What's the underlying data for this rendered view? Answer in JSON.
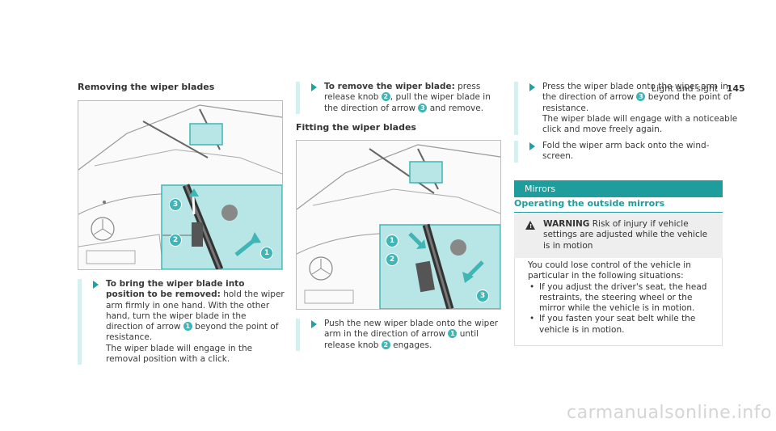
{
  "header": {
    "section": "Light and sight",
    "page": "145"
  },
  "col1": {
    "title": "Removing the wiper blades",
    "step1": {
      "bold": "To bring the wiper blade into position to be removed:",
      "t1": "hold the wiper arm firmly in one hand. With the other hand, turn the wiper blade in the direction of arrow",
      "n1": "1",
      "t2": "beyond the point of resistance.",
      "t3": "The wiper blade will engage in the removal position with a click."
    }
  },
  "col2": {
    "step1": {
      "bold": "To remove the wiper blade:",
      "t1": "press release knob",
      "n1": "2",
      "t2": ", pull the wiper blade in the direction of arrow",
      "n2": "3",
      "t3": "and remove."
    },
    "title": "Fitting the wiper blades",
    "step2": {
      "t1": "Push the new wiper blade onto the wiper arm in the direction of arrow",
      "n1": "1",
      "t2": "until release knob",
      "n2": "2",
      "t3": "engages."
    }
  },
  "col3": {
    "step1": {
      "t1": "Press the wiper blade onto the wiper arm in the direction of arrow",
      "n1": "3",
      "t2": "beyond the point of resistance.",
      "t3": "The wiper blade will engage with a noticeable click and move freely again."
    },
    "step2": {
      "t1": "Fold the wiper arm back onto the wind-screen."
    },
    "banner": "Mirrors",
    "subhead": "Operating the outside mirrors",
    "warning": {
      "label": "WARNING",
      "text": "Risk of injury if vehicle settings are adjusted while the vehicle is in motion",
      "intro": "You could lose control of the vehicle in particular in the following situations:",
      "bullets": [
        "If you adjust the driver's seat, the head restraints, the steering wheel or the mirror while the vehicle is in motion.",
        "If you fasten your seat belt while the vehicle is in motion."
      ]
    }
  },
  "figures": {
    "fig1_labels": [
      "3",
      "2",
      "1"
    ],
    "fig2_labels": [
      "1",
      "2",
      "3"
    ]
  },
  "watermark": "carmanualsonline.info",
  "colors": {
    "accent": "#1f9c9c",
    "callout": "#3fb5b5",
    "panel": "#b8e6e6"
  }
}
